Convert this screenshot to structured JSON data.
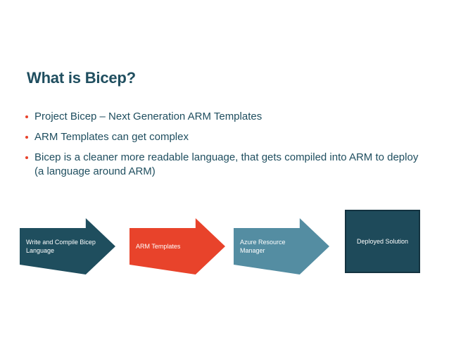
{
  "slide": {
    "title": "What is Bicep?",
    "bullets": [
      "Project Bicep – Next Generation ARM Templates",
      "ARM Templates can get complex",
      "Bicep is a cleaner more readable language, that gets compiled into ARM to deploy (a language around ARM)"
    ],
    "diagram": {
      "steps": [
        {
          "label": "Write and Compile Bicep Language",
          "shape": "arrow"
        },
        {
          "label": "ARM Templates",
          "shape": "arrow"
        },
        {
          "label": "Azure Resource Manager",
          "shape": "arrow"
        },
        {
          "label": "Deployed Solution",
          "shape": "box"
        }
      ]
    },
    "colors": {
      "background": "#FFFFFF",
      "heading_text": "#1F4E5F",
      "body_text": "#1F4E5F",
      "bullet_marker": "#E8432B",
      "arrow_teal": "#1F4E5E",
      "arrow_red": "#E8432B",
      "arrow_blue": "#548DA2",
      "box_fill": "#1E4A5A",
      "box_border": "#143340",
      "shape_text": "#FFFFFF"
    }
  }
}
